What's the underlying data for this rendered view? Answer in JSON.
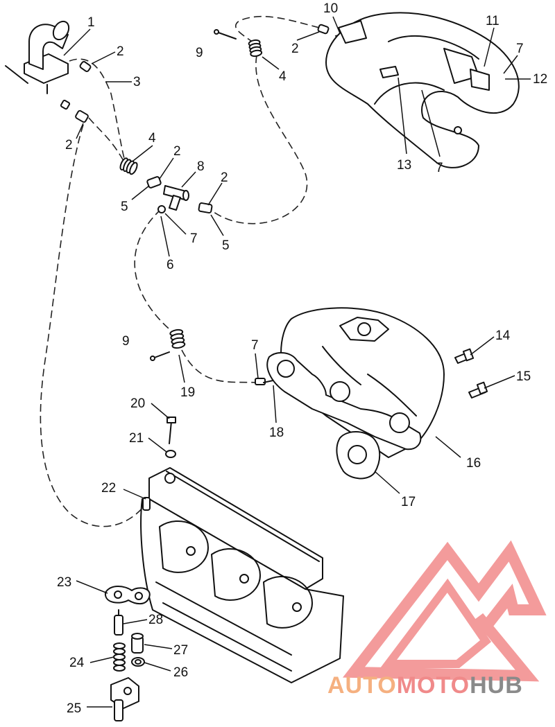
{
  "diagram": {
    "callouts": [
      {
        "id": "c1",
        "text": "1"
      },
      {
        "id": "c2a",
        "text": "2"
      },
      {
        "id": "c3",
        "text": "3"
      },
      {
        "id": "c2b",
        "text": "2"
      },
      {
        "id": "c4a",
        "text": "4"
      },
      {
        "id": "c2c",
        "text": "2"
      },
      {
        "id": "c8",
        "text": "8"
      },
      {
        "id": "c2d",
        "text": "2"
      },
      {
        "id": "c5a",
        "text": "5"
      },
      {
        "id": "c7a",
        "text": "7"
      },
      {
        "id": "c5b",
        "text": "5"
      },
      {
        "id": "c6",
        "text": "6"
      },
      {
        "id": "c9a",
        "text": "9"
      },
      {
        "id": "c4b",
        "text": "4"
      },
      {
        "id": "c2e",
        "text": "2"
      },
      {
        "id": "c10",
        "text": "10"
      },
      {
        "id": "c11",
        "text": "11"
      },
      {
        "id": "c7b",
        "text": "7"
      },
      {
        "id": "c12",
        "text": "12"
      },
      {
        "id": "c13",
        "text": "13"
      },
      {
        "id": "c7c",
        "text": "7"
      },
      {
        "id": "c9b",
        "text": "9"
      },
      {
        "id": "c19",
        "text": "19"
      },
      {
        "id": "c7d",
        "text": "7"
      },
      {
        "id": "c18",
        "text": "18"
      },
      {
        "id": "c14",
        "text": "14"
      },
      {
        "id": "c15",
        "text": "15"
      },
      {
        "id": "c16",
        "text": "16"
      },
      {
        "id": "c17",
        "text": "17"
      },
      {
        "id": "c20",
        "text": "20"
      },
      {
        "id": "c21",
        "text": "21"
      },
      {
        "id": "c22",
        "text": "22"
      },
      {
        "id": "c23",
        "text": "23"
      },
      {
        "id": "c28",
        "text": "28"
      },
      {
        "id": "c27",
        "text": "27"
      },
      {
        "id": "c24",
        "text": "24"
      },
      {
        "id": "c26",
        "text": "26"
      },
      {
        "id": "c25",
        "text": "25"
      }
    ]
  },
  "watermark": {
    "part1": "AUTO",
    "part2": "MOTO",
    "part3": "HUB",
    "colors": {
      "auto": "#f5b080",
      "moto": "#f08a8a",
      "hub": "#8a8a8a",
      "logo": "#f07a7a"
    }
  }
}
